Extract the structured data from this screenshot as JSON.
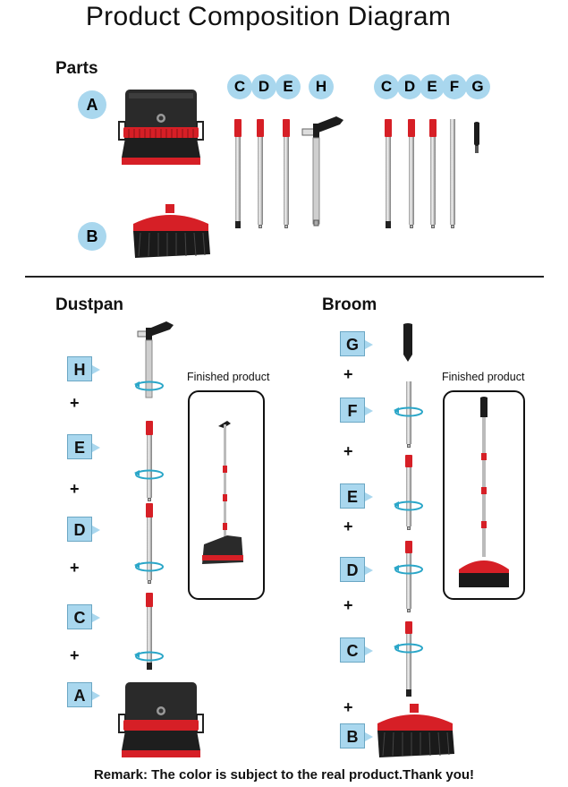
{
  "title": "Product Composition Diagram",
  "parts": {
    "label": "Parts",
    "part_a": "A",
    "part_b": "B",
    "group1": [
      "C",
      "D",
      "E",
      "H"
    ],
    "group2": [
      "C",
      "D",
      "E",
      "F",
      "G"
    ]
  },
  "dustpan": {
    "label": "Dustpan",
    "steps": [
      "H",
      "E",
      "D",
      "C",
      "A"
    ],
    "plus": "+",
    "finished_label": "Finished product"
  },
  "broom": {
    "label": "Broom",
    "steps": [
      "G",
      "F",
      "E",
      "D",
      "C",
      "B"
    ],
    "plus": "+",
    "finished_label": "Finished product"
  },
  "remark": "Remark: The color is subject to the real product.Thank you!",
  "colors": {
    "accent_red": "#d61f26",
    "label_blue": "#a9d7ee",
    "arrow_teal": "#2aa6c8"
  }
}
